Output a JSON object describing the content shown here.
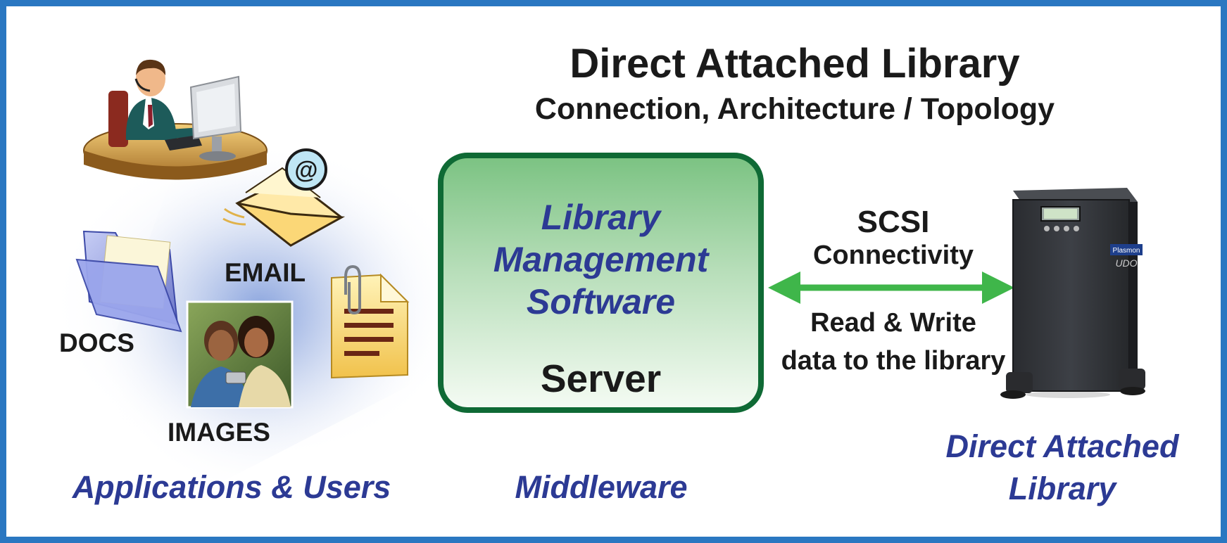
{
  "title": "Direct Attached Library",
  "subtitle": "Connection, Architecture / Topology",
  "server_box": {
    "software_lines": [
      "Library",
      "Management",
      "Software"
    ],
    "label": "Server"
  },
  "connection": {
    "protocol": "SCSI",
    "protocol_sub": "Connectivity",
    "description_lines": [
      "Read & Write",
      "data to the library"
    ]
  },
  "sources": {
    "email": "EMAIL",
    "docs": "DOCS",
    "images": "IMAGES"
  },
  "device_badge": "Plasmon",
  "device_logo": "UDO",
  "columns": {
    "left": "Applications & Users",
    "middle": "Middleware",
    "right_lines": [
      "Direct Attached",
      "Library"
    ]
  },
  "icons": [
    "user-at-desk-icon",
    "email-envelope-icon",
    "folder-icon",
    "document-paperclip-icon",
    "photo-icon",
    "library-device-icon",
    "double-arrow-icon"
  ],
  "colors": {
    "frame": "#2a77c1",
    "server_border": "#0f6a35",
    "server_fill_top": "#7cc383",
    "accent_text": "#2c3a94",
    "arrow": "#3fb64a"
  }
}
